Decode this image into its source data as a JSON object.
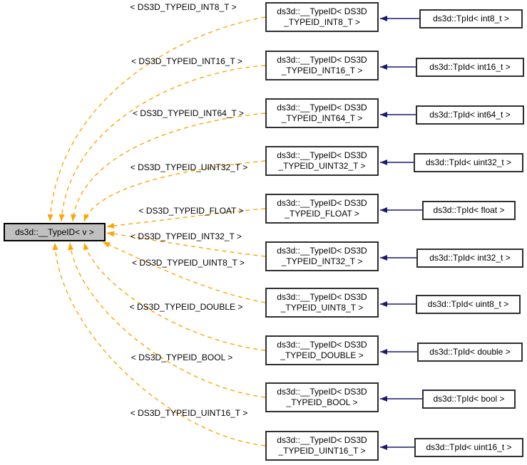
{
  "root": {
    "label": "ds3d::__TypeID< v >"
  },
  "rows": [
    {
      "edge_label": "< DS3D_TYPEID_INT8_T >",
      "template_line1": "ds3d::__TypeID< DS3D",
      "template_line2": "_TYPEID_INT8_T >",
      "instance_label": "ds3d::TpId< int8_t >"
    },
    {
      "edge_label": "< DS3D_TYPEID_INT16_T >",
      "template_line1": "ds3d::__TypeID< DS3D",
      "template_line2": "_TYPEID_INT16_T >",
      "instance_label": "ds3d::TpId< int16_t >"
    },
    {
      "edge_label": "< DS3D_TYPEID_INT64_T >",
      "template_line1": "ds3d::__TypeID< DS3D",
      "template_line2": "_TYPEID_INT64_T >",
      "instance_label": "ds3d::TpId< int64_t >"
    },
    {
      "edge_label": "< DS3D_TYPEID_UINT32_T >",
      "template_line1": "ds3d::__TypeID< DS3D",
      "template_line2": "_TYPEID_UINT32_T >",
      "instance_label": "ds3d::TpId< uint32_t >"
    },
    {
      "edge_label": "< DS3D_TYPEID_FLOAT >",
      "template_line1": "ds3d::__TypeID< DS3D",
      "template_line2": "_TYPEID_FLOAT >",
      "instance_label": "ds3d::TpId< float >"
    },
    {
      "edge_label": "< DS3D_TYPEID_INT32_T >",
      "template_line1": "ds3d::__TypeID< DS3D",
      "template_line2": "_TYPEID_INT32_T >",
      "instance_label": "ds3d::TpId< int32_t >"
    },
    {
      "edge_label": "< DS3D_TYPEID_UINT8_T >",
      "template_line1": "ds3d::__TypeID< DS3D",
      "template_line2": "_TYPEID_UINT8_T >",
      "instance_label": "ds3d::TpId< uint8_t >"
    },
    {
      "edge_label": "< DS3D_TYPEID_DOUBLE >",
      "template_line1": "ds3d::__TypeID< DS3D",
      "template_line2": "_TYPEID_DOUBLE >",
      "instance_label": "ds3d::TpId< double >"
    },
    {
      "edge_label": "< DS3D_TYPEID_BOOL >",
      "template_line1": "ds3d::__TypeID< DS3D",
      "template_line2": "_TYPEID_BOOL >",
      "instance_label": "ds3d::TpId< bool >"
    },
    {
      "edge_label": "< DS3D_TYPEID_UINT16_T >",
      "template_line1": "ds3d::__TypeID< DS3D",
      "template_line2": "_TYPEID_UINT16_T >",
      "instance_label": "ds3d::TpId< uint16_t >"
    }
  ],
  "colors": {
    "template_edge_orange": "#ffa500",
    "inheritance_edge_blue": "#191970",
    "root_node_fill": "#c0c0c0",
    "node_border": "#2f2f2f",
    "background": "#ffffff"
  }
}
